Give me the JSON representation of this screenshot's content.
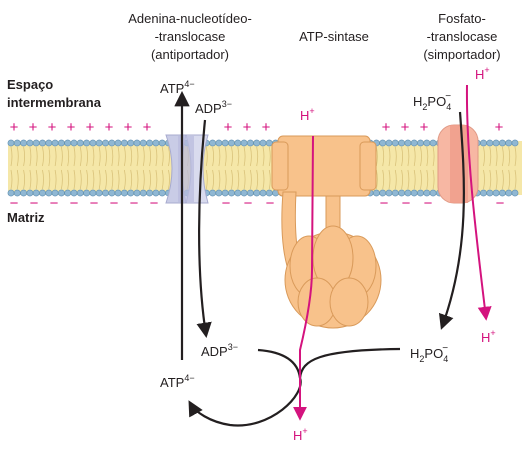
{
  "labels": {
    "antiporter": [
      "Adenina-nucleotídeo-",
      "-translocase",
      "(antiportador)"
    ],
    "atp_synthase": "ATP-sintase",
    "symporter": [
      "Fosfato-",
      "-translocase",
      "(simportador)"
    ],
    "intermembrane": [
      "Espaço",
      "intermembrana"
    ],
    "matrix": "Matriz"
  },
  "species": {
    "atp": "ATP",
    "atp_charge": "4−",
    "adp": "ADP",
    "adp_charge": "3−",
    "h": "H",
    "h_charge": "+",
    "phosphate_h": "H",
    "phosphate_2": "2",
    "phosphate_po": "PO",
    "phosphate_4": "4",
    "phosphate_charge": "−"
  },
  "signs": {
    "plus": "+",
    "minus": "−"
  },
  "colors": {
    "membrane_fill": "#f5e7a8",
    "lipid_head": "#8fb7d3",
    "synthase": "#f8c28b",
    "synthase_stroke": "#d99a5a",
    "antiporter": "#d9dbee",
    "symporter": "#f7b7a3",
    "proton": "#d4137e",
    "arrow": "#231f20"
  }
}
